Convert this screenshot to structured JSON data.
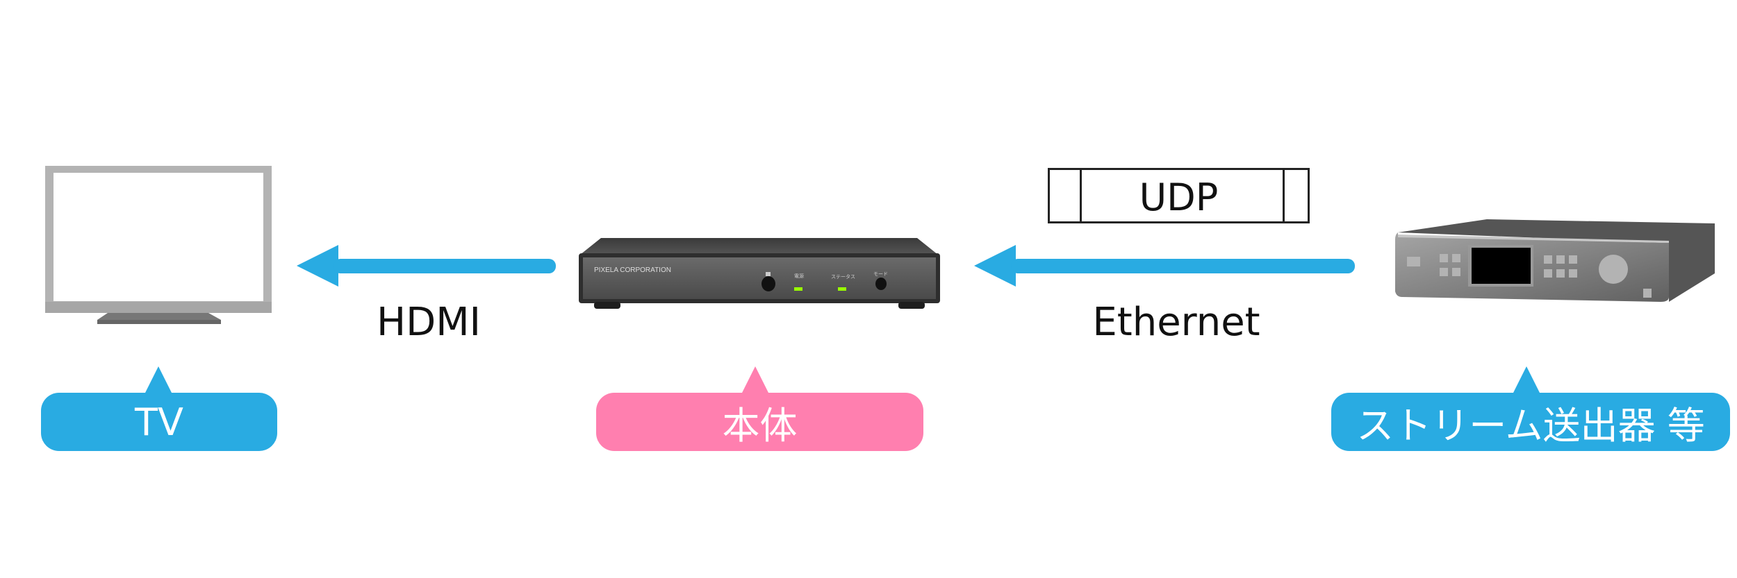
{
  "colors": {
    "accent_blue": "#29abe2",
    "accent_pink": "#ff7faf"
  },
  "connections": {
    "hdmi": "HDMI",
    "ethernet": "Ethernet",
    "protocol": "UDP"
  },
  "device": {
    "brand": "PIXELA CORPORATION",
    "power_label": "電源",
    "status_label": "ステータス",
    "mode_label": "モード"
  },
  "callouts": {
    "tv": "TV",
    "main_unit": "本体",
    "streamer": "ストリーム送出器 等"
  }
}
